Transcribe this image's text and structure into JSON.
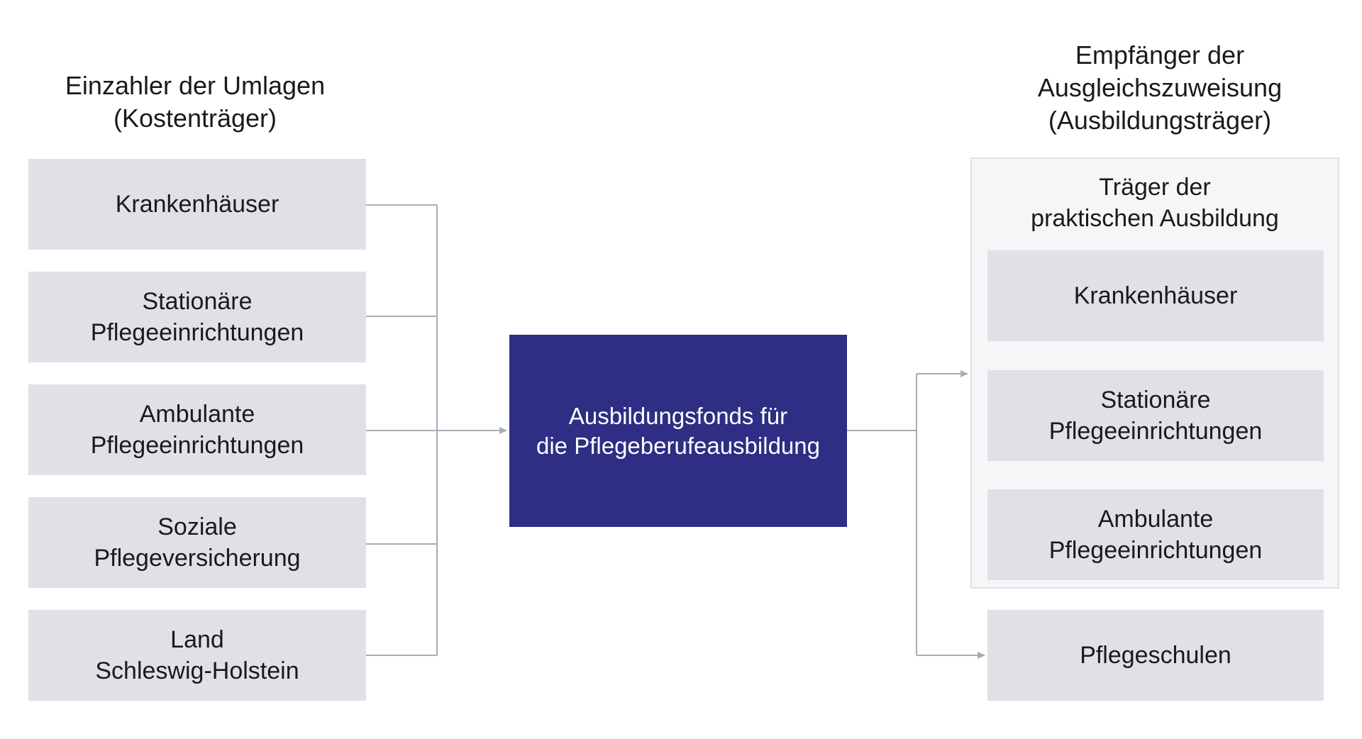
{
  "left_heading": [
    "Einzahler der Umlagen",
    "(Kostenträger)"
  ],
  "right_heading": [
    "Empfänger der",
    "Ausgleichszuweisung",
    "(Ausbildungsträger)"
  ],
  "sources": [
    [
      "Krankenhäuser"
    ],
    [
      "Stationäre",
      "Pflegeeinrichtungen"
    ],
    [
      "Ambulante",
      "Pflegeeinrichtungen"
    ],
    [
      "Soziale",
      "Pflegeversicherung"
    ],
    [
      "Land",
      "Schleswig-Holstein"
    ]
  ],
  "fund": [
    "Ausbildungsfonds für",
    "die Pflegeberufeausbildung"
  ],
  "recipient_group": {
    "title": [
      "Träger der",
      "praktischen Ausbildung"
    ],
    "items": [
      [
        "Krankenhäuser"
      ],
      [
        "Stationäre",
        "Pflegeeinrichtungen"
      ],
      [
        "Ambulante",
        "Pflegeeinrichtungen"
      ]
    ]
  },
  "school": [
    "Pflegeschulen"
  ],
  "colors": {
    "fund_fill": "#2d2e84",
    "box_fill": "#e0e1e6",
    "group_fill": "#f5f6f8",
    "connector": "#a7adb8"
  }
}
